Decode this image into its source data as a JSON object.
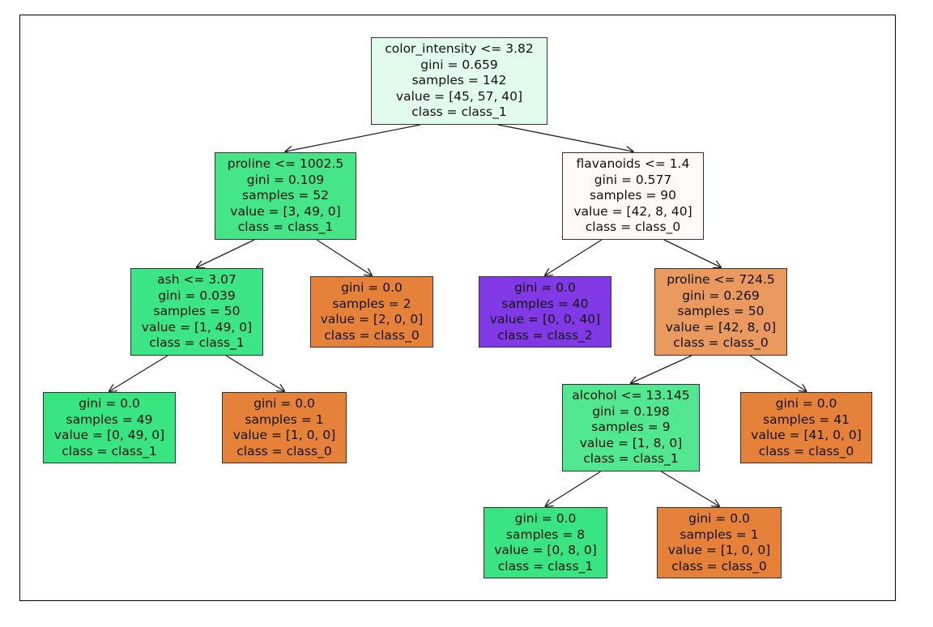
{
  "tree": {
    "nodes": [
      {
        "id": "n0",
        "lines": [
          "color_intensity <= 3.82",
          "gini = 0.659",
          "samples = 142",
          "value = [45, 57, 40]",
          "class = class_1"
        ],
        "fill": "#e3fbed"
      },
      {
        "id": "n1",
        "lines": [
          "proline <= 1002.5",
          "gini = 0.109",
          "samples = 52",
          "value = [3, 49, 0]",
          "class = class_1"
        ],
        "fill": "#44e687"
      },
      {
        "id": "n2",
        "lines": [
          "ash <= 3.07",
          "gini = 0.039",
          "samples = 50",
          "value = [1, 49, 0]",
          "class = class_1"
        ],
        "fill": "#3de684"
      },
      {
        "id": "n3",
        "lines": [
          "gini = 0.0",
          "samples = 49",
          "value = [0, 49, 0]",
          "class = class_1"
        ],
        "fill": "#39e581"
      },
      {
        "id": "n4",
        "lines": [
          "gini = 0.0",
          "samples = 1",
          "value = [1, 0, 0]",
          "class = class_0"
        ],
        "fill": "#e58139"
      },
      {
        "id": "n5",
        "lines": [
          "gini = 0.0",
          "samples = 2",
          "value = [2, 0, 0]",
          "class = class_0"
        ],
        "fill": "#e58139"
      },
      {
        "id": "n6",
        "lines": [
          "flavanoids <= 1.4",
          "gini = 0.577",
          "samples = 90",
          "value = [42, 8, 40]",
          "class = class_0"
        ],
        "fill": "#fefaf7"
      },
      {
        "id": "n7",
        "lines": [
          "gini = 0.0",
          "samples = 40",
          "value = [0, 0, 40]",
          "class = class_2"
        ],
        "fill": "#8139e5"
      },
      {
        "id": "n8",
        "lines": [
          "proline <= 724.5",
          "gini = 0.269",
          "samples = 50",
          "value = [42, 8, 0]",
          "class = class_0"
        ],
        "fill": "#ea995f"
      },
      {
        "id": "n9",
        "lines": [
          "alcohol <= 13.145",
          "gini = 0.198",
          "samples = 9",
          "value = [1, 8, 0]",
          "class = class_1"
        ],
        "fill": "#52e891"
      },
      {
        "id": "n10",
        "lines": [
          "gini = 0.0",
          "samples = 8",
          "value = [0, 8, 0]",
          "class = class_1"
        ],
        "fill": "#39e581"
      },
      {
        "id": "n11",
        "lines": [
          "gini = 0.0",
          "samples = 1",
          "value = [1, 0, 0]",
          "class = class_0"
        ],
        "fill": "#e58139"
      },
      {
        "id": "n12",
        "lines": [
          "gini = 0.0",
          "samples = 41",
          "value = [41, 0, 0]",
          "class = class_0"
        ],
        "fill": "#e58139"
      }
    ],
    "edges": [
      [
        "n0",
        "n1"
      ],
      [
        "n0",
        "n6"
      ],
      [
        "n1",
        "n2"
      ],
      [
        "n1",
        "n5"
      ],
      [
        "n2",
        "n3"
      ],
      [
        "n2",
        "n4"
      ],
      [
        "n6",
        "n7"
      ],
      [
        "n6",
        "n8"
      ],
      [
        "n8",
        "n9"
      ],
      [
        "n8",
        "n12"
      ],
      [
        "n9",
        "n10"
      ],
      [
        "n9",
        "n11"
      ]
    ]
  }
}
